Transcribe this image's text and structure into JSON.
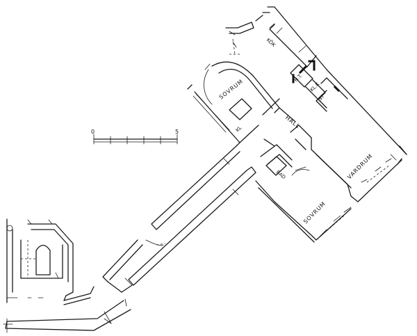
{
  "rooms": {
    "sovrum_upper": "SOVRUM",
    "hall": "HALL",
    "vardagsrum": "VARDRUM",
    "sovrum_lower": "SOVRUM",
    "kok": "KÖK",
    "bad": "BAD",
    "ht": "H.T.",
    "kl": "KL",
    "st": "ST",
    "klk": "KL.K"
  },
  "scale_bar": {
    "start": "0",
    "end": "5"
  }
}
